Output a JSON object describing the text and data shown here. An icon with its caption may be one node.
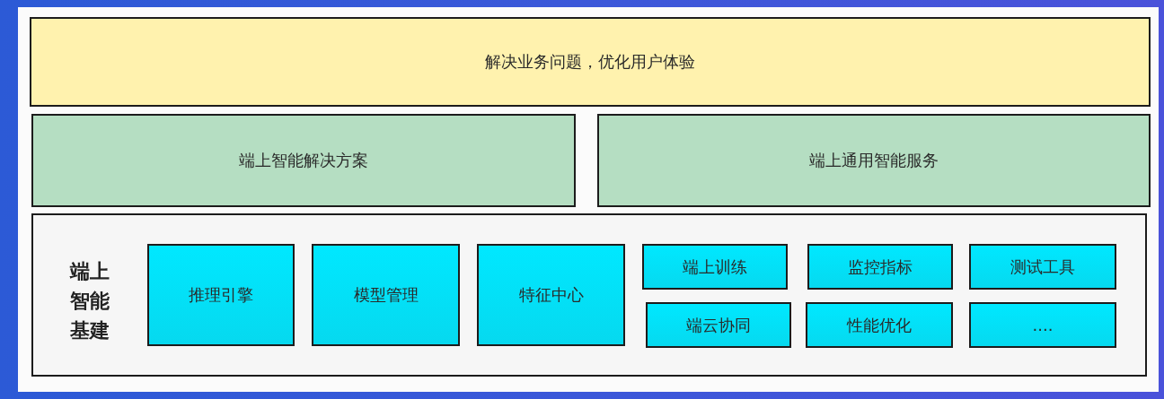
{
  "diagram": {
    "nodes": [
      {
        "text": [
          "解决业务问题，优化用户体验"
        ]
      },
      {
        "text": [
          "端上智能解决方案"
        ]
      },
      {
        "text": [
          "端上通用智能服务"
        ]
      },
      {
        "text": [
          "端上智能基建"
        ]
      },
      {
        "text": [
          "推理引擎"
        ],
        "in": 3
      },
      {
        "text": [
          "模型管理"
        ],
        "in": 3
      },
      {
        "text": [
          "特征中心"
        ],
        "in": 3
      },
      {
        "text": [
          "端上训练"
        ],
        "in": 3
      },
      {
        "text": [
          "监控指标"
        ],
        "in": 3
      },
      {
        "text": [
          "测试工具"
        ],
        "in": 3
      },
      {
        "text": [
          "端云协同"
        ],
        "in": 3
      },
      {
        "text": [
          "性能优化"
        ],
        "in": 3
      },
      {
        "text": [
          "...."
        ],
        "in": 3
      }
    ]
  }
}
